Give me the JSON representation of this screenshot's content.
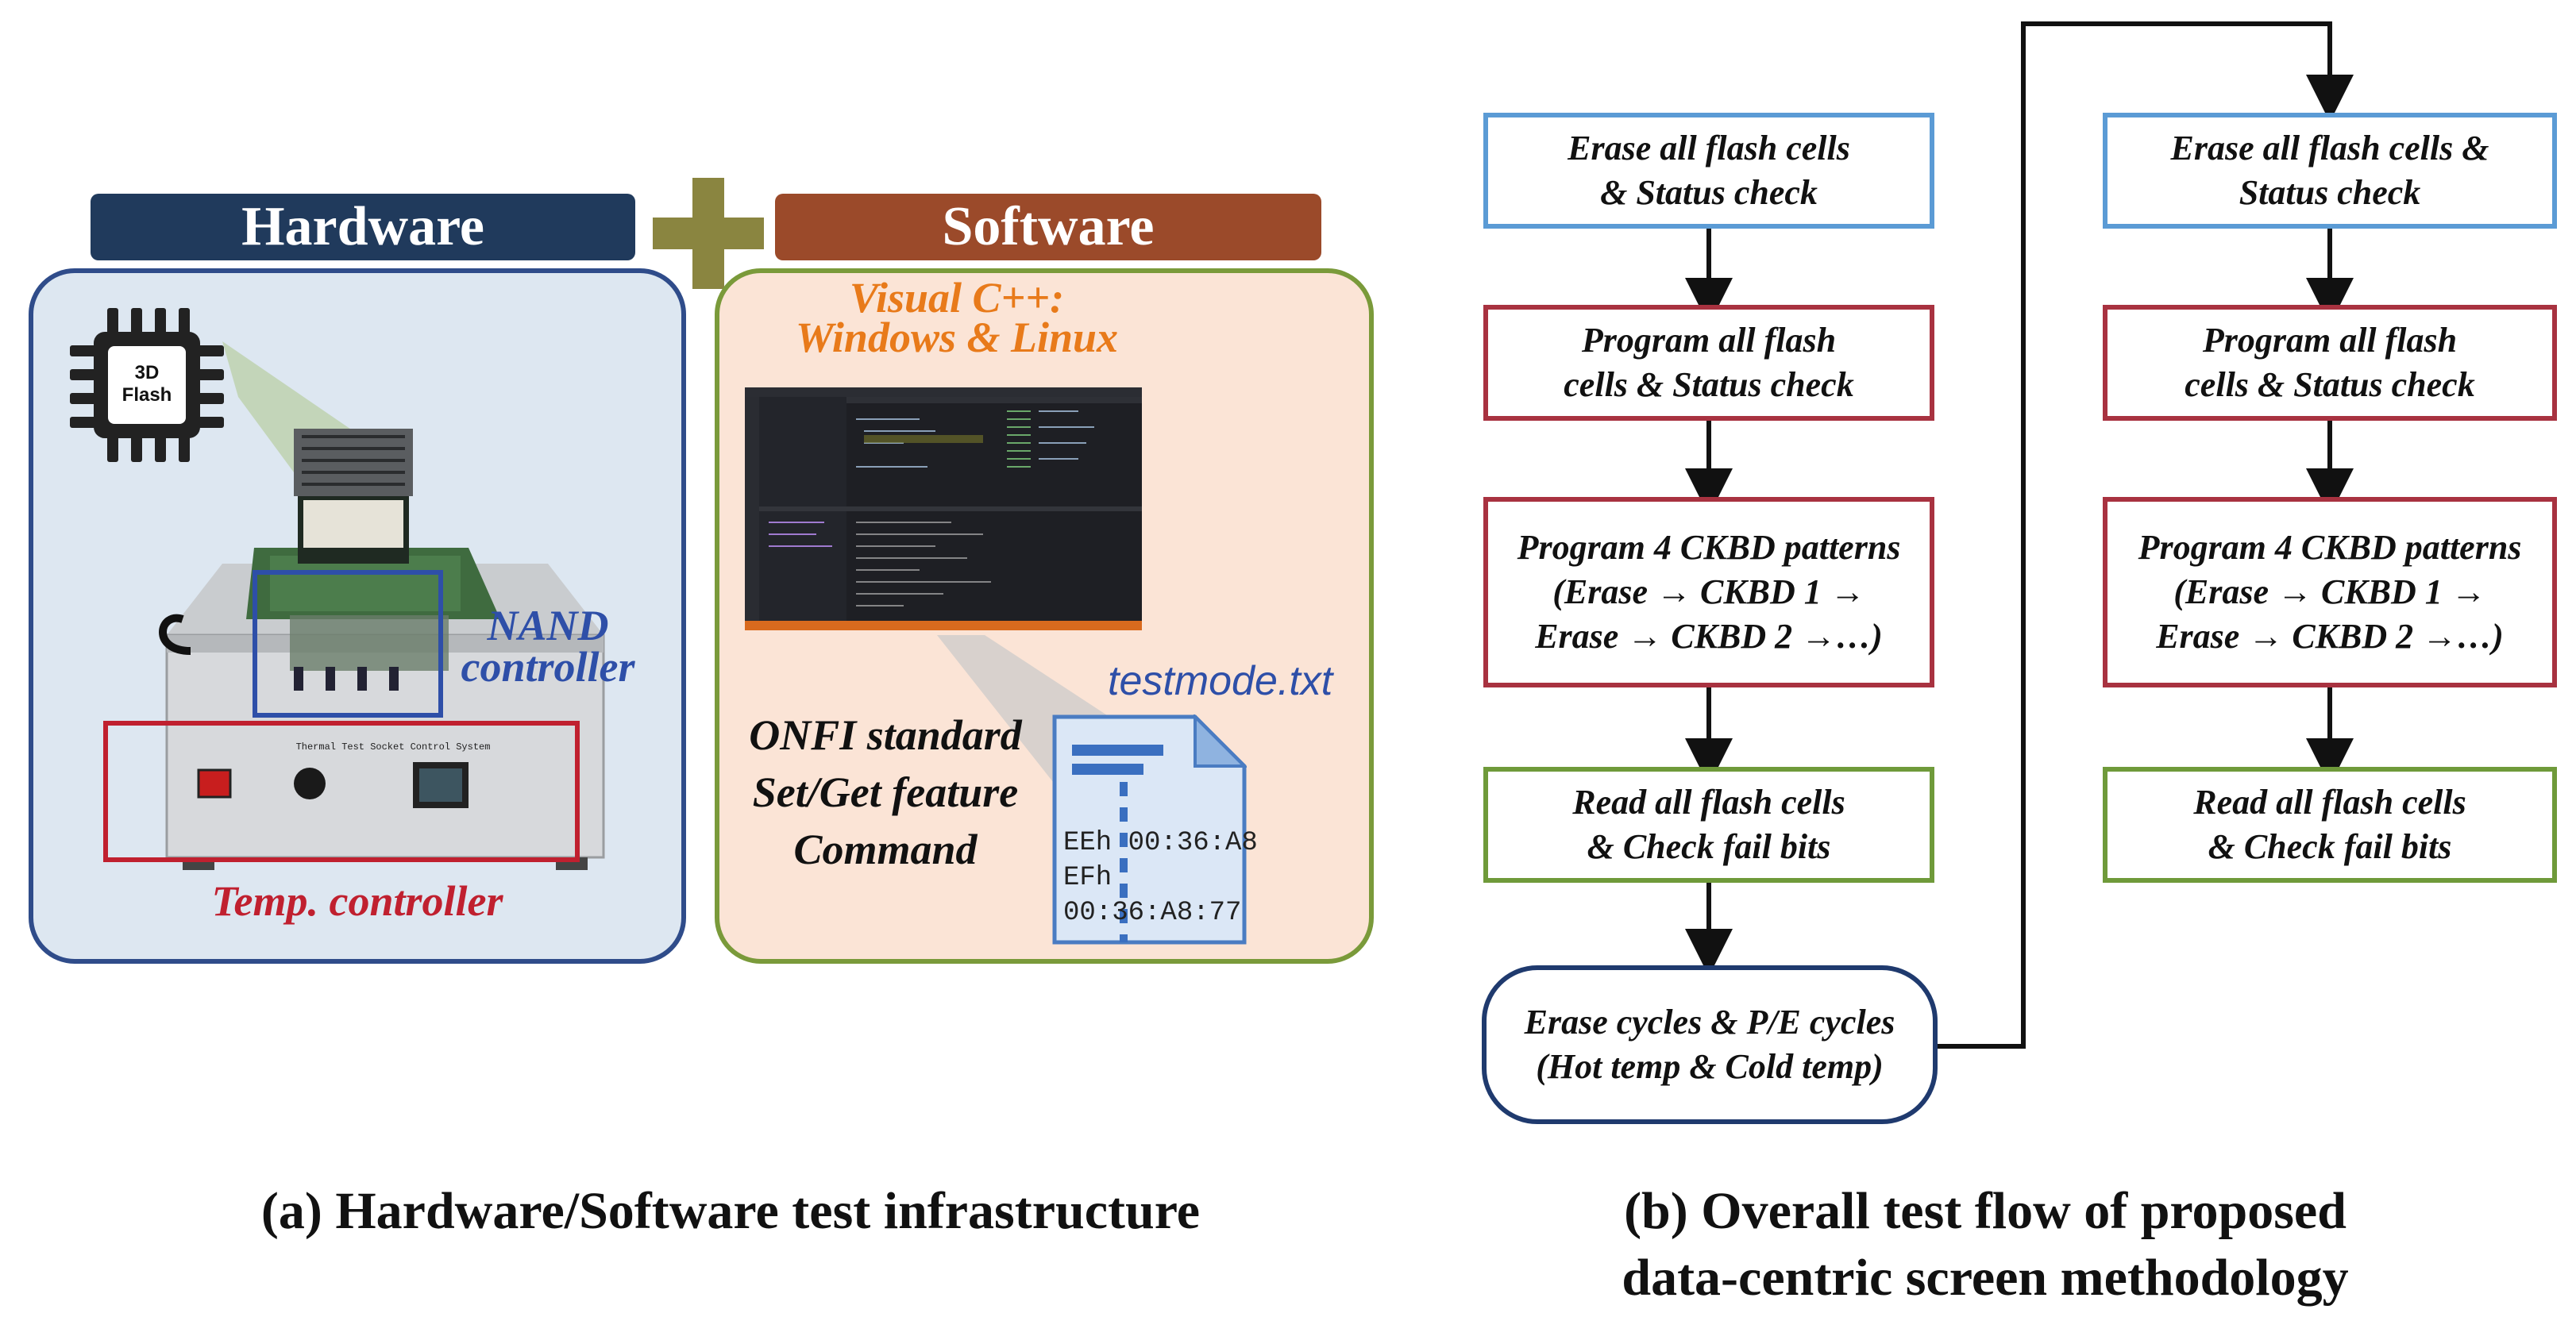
{
  "headers": {
    "hardware": "Hardware",
    "software": "Software"
  },
  "hardware": {
    "chip_label": [
      "3D",
      "Flash"
    ],
    "nand_label": [
      "NAND",
      "controller"
    ],
    "device_plate": "Thermal Test Socket Control System",
    "temp_label": "Temp. controller"
  },
  "software": {
    "ide_label": [
      "Visual C++:",
      "Windows & Linux"
    ],
    "onfi_label": [
      "ONFI standard",
      "Set/Get feature",
      "Command"
    ],
    "file_name": "testmode.txt",
    "file_lines": [
      "EEh 00:36:A8",
      "EFh",
      "00:36:A8:77"
    ]
  },
  "flow_left": [
    [
      "Erase all flash cells",
      "& Status check"
    ],
    [
      "Program all flash",
      "cells & Status check"
    ],
    [
      "Program 4 CKBD patterns",
      "(Erase → CKBD 1 →",
      "Erase → CKBD 2 →…)"
    ],
    [
      "Read all flash cells",
      "& Check fail bits"
    ],
    [
      "Erase cycles & P/E cycles",
      "(Hot temp & Cold temp)"
    ]
  ],
  "flow_right": [
    [
      "Erase all flash cells &",
      "Status check"
    ],
    [
      "Program all flash",
      "cells & Status check"
    ],
    [
      "Program 4 CKBD patterns",
      "(Erase → CKBD 1 →",
      "Erase → CKBD 2 →…)"
    ],
    [
      "Read all flash cells",
      "& Check fail bits"
    ]
  ],
  "captions": {
    "left": [
      "(a) Hardware/Software test infrastructure"
    ],
    "right": [
      "(b) Overall test flow of proposed",
      "data-centric screen methodology"
    ]
  },
  "colors": {
    "hardware_header": "#203a5c",
    "software_header": "#9b4a2a",
    "plus": "#8a8540",
    "hardware_panel_bg": "#dde7f1",
    "hardware_panel_border": "#2f4c8a",
    "software_panel_bg": "#fbe4d6",
    "software_panel_border": "#7a9a3a",
    "nand_text": "#2e4fa8",
    "temp_text": "#c0202f",
    "ide_text": "#e87a1a"
  }
}
